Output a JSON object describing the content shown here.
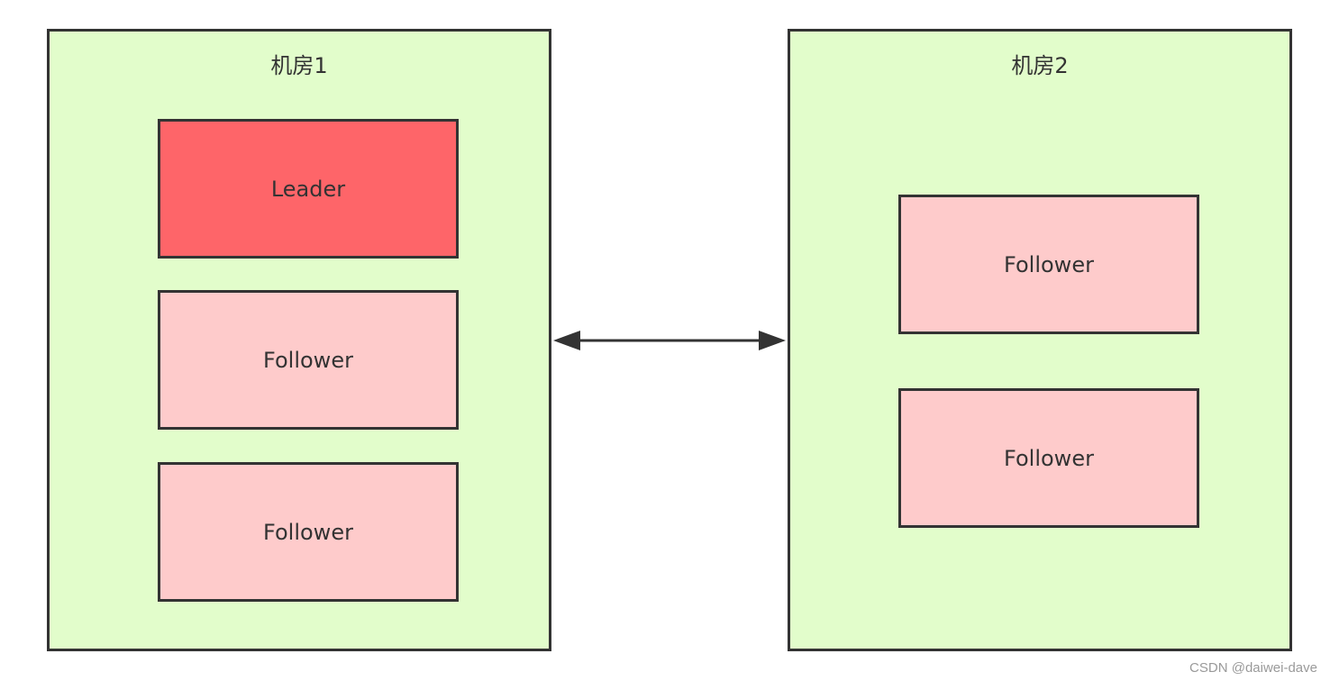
{
  "rooms": [
    {
      "title": "机房1",
      "nodes": [
        {
          "role": "leader",
          "label": "Leader"
        },
        {
          "role": "follower",
          "label": "Follower"
        },
        {
          "role": "follower",
          "label": "Follower"
        }
      ]
    },
    {
      "title": "机房2",
      "nodes": [
        {
          "role": "follower",
          "label": "Follower"
        },
        {
          "role": "follower",
          "label": "Follower"
        }
      ]
    }
  ],
  "connection": {
    "type": "bidirectional-arrow",
    "from": "机房1",
    "to": "机房2"
  },
  "colors": {
    "room_fill": "#e2fdcb",
    "leader_fill": "#fe6569",
    "follower_fill": "#fecbcb",
    "stroke": "#333333"
  },
  "watermark": "CSDN @daiwei-dave"
}
